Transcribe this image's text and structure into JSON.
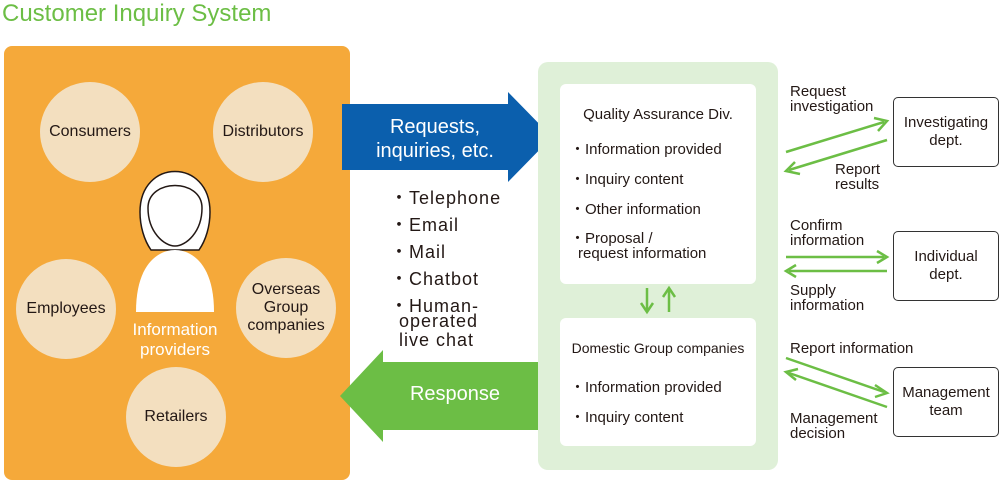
{
  "title": "Customer Inquiry System",
  "providers": {
    "consumers": "Consumers",
    "distributors": "Distributors",
    "employees": "Employees",
    "overseas": [
      "Overseas",
      "Group",
      "companies"
    ],
    "retailers": "Retailers",
    "center_label": [
      "Information",
      "providers"
    ]
  },
  "requests_arrow": [
    "Requests,",
    "inquiries, etc."
  ],
  "response_arrow": "Response",
  "channels": [
    "・Telephone",
    "・Email",
    "・Mail",
    "・Chatbot",
    "・Human-",
    "operated",
    "live chat"
  ],
  "qa_box": {
    "title": "Quality Assurance Div.",
    "items": [
      "・Information provided",
      "・Inquiry content",
      "・Other information",
      "・Proposal /",
      "request information"
    ]
  },
  "domestic_box": {
    "title": "Domestic Group companies",
    "items": [
      "・Information provided",
      "・Inquiry content"
    ]
  },
  "departments": [
    {
      "name": [
        "Investigating",
        "dept."
      ],
      "out_label": [
        "Request",
        "investigation"
      ],
      "in_label": [
        "Report",
        "results"
      ]
    },
    {
      "name": [
        "Individual",
        "dept."
      ],
      "out_label": [
        "Confirm",
        "information"
      ],
      "in_label": [
        "Supply",
        "information"
      ]
    },
    {
      "name": [
        "Management",
        "team"
      ],
      "out_label": [
        "Report information"
      ],
      "in_label": [
        "Management",
        "decision"
      ]
    }
  ],
  "colors": {
    "title_green": "#6cbe45",
    "orange_panel": "#f5a93a",
    "circle_fill": "#f3dfbf",
    "blue_arrow": "#0b5fad",
    "green_arrow": "#6cbe45",
    "qa_panel": "#dff0d8"
  }
}
